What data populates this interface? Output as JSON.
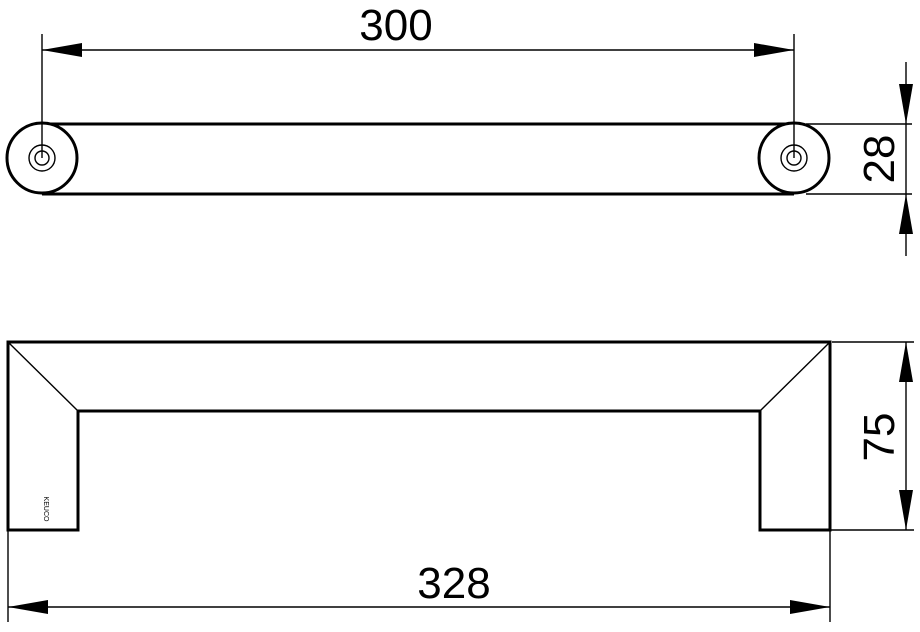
{
  "dimensions": {
    "top_length": "300",
    "top_height": "28",
    "front_height": "75",
    "front_length": "328"
  },
  "brand": {
    "mark": "KEUCO"
  },
  "colors": {
    "line": "#000000",
    "background": "#ffffff"
  }
}
